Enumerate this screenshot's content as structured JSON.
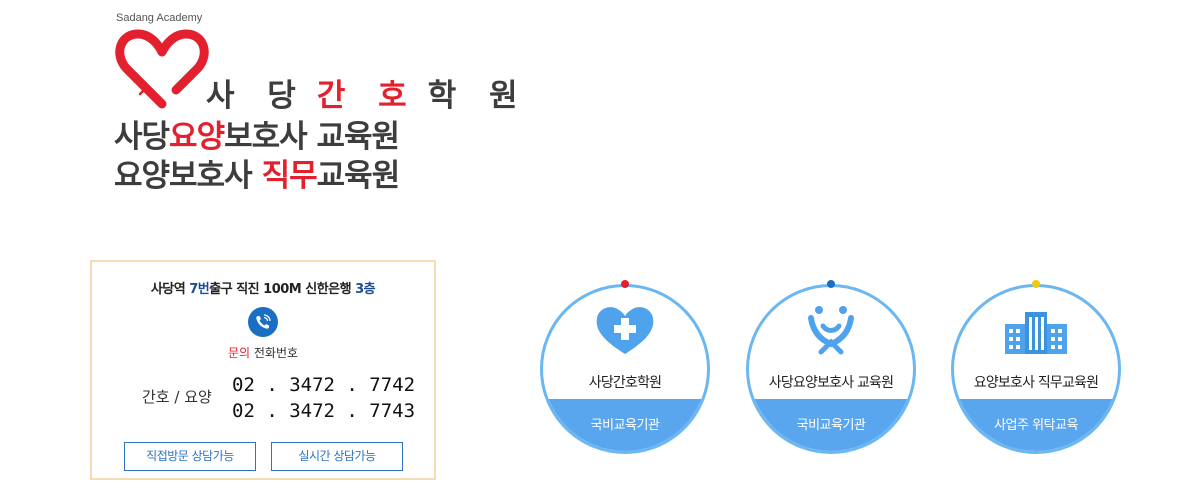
{
  "logo": {
    "english": "Sadang Academy",
    "line1": {
      "a": "사 당",
      "b": "간 호",
      "c": "학 원"
    },
    "line2": {
      "a": "사당",
      "b": "요양",
      "c": "보호사 교육원"
    },
    "line3": {
      "a": "요양보호사",
      "b": "직무",
      "c": "교육원"
    }
  },
  "contact": {
    "address": {
      "a": "사당역 ",
      "b": "7번",
      "c": "출구 직진 100M 신한은행 ",
      "d": "3층"
    },
    "inquiry": {
      "a": "문의",
      "b": " 전화번호"
    },
    "phone_label": "간호 / 요양",
    "phone1": "02 . 3472 . 7742",
    "phone2": "02 . 3472 . 7743",
    "visit_button": "직접방문 상담가능",
    "realtime_button": "실시간 상담가능"
  },
  "cards": [
    {
      "title": "사당간호학원",
      "band": "국비교육기관",
      "icon": "medical-heart-icon",
      "dot_color": "#e3202d"
    },
    {
      "title": "사당요양보호사 교육원",
      "band": "국비교육기관",
      "icon": "care-ribbon-icon",
      "dot_color": "#1a6fc4"
    },
    {
      "title": "요양보호사 직무교육원",
      "band": "사업주 위탁교육",
      "icon": "building-icon",
      "dot_color": "#f2c811"
    }
  ],
  "colors": {
    "brand_red": "#e3202d",
    "accent_blue": "#5aa6ee",
    "ring_blue": "#6bb7f2",
    "box_border": "#f4dcb4",
    "text_dark": "#3d3d3d"
  }
}
